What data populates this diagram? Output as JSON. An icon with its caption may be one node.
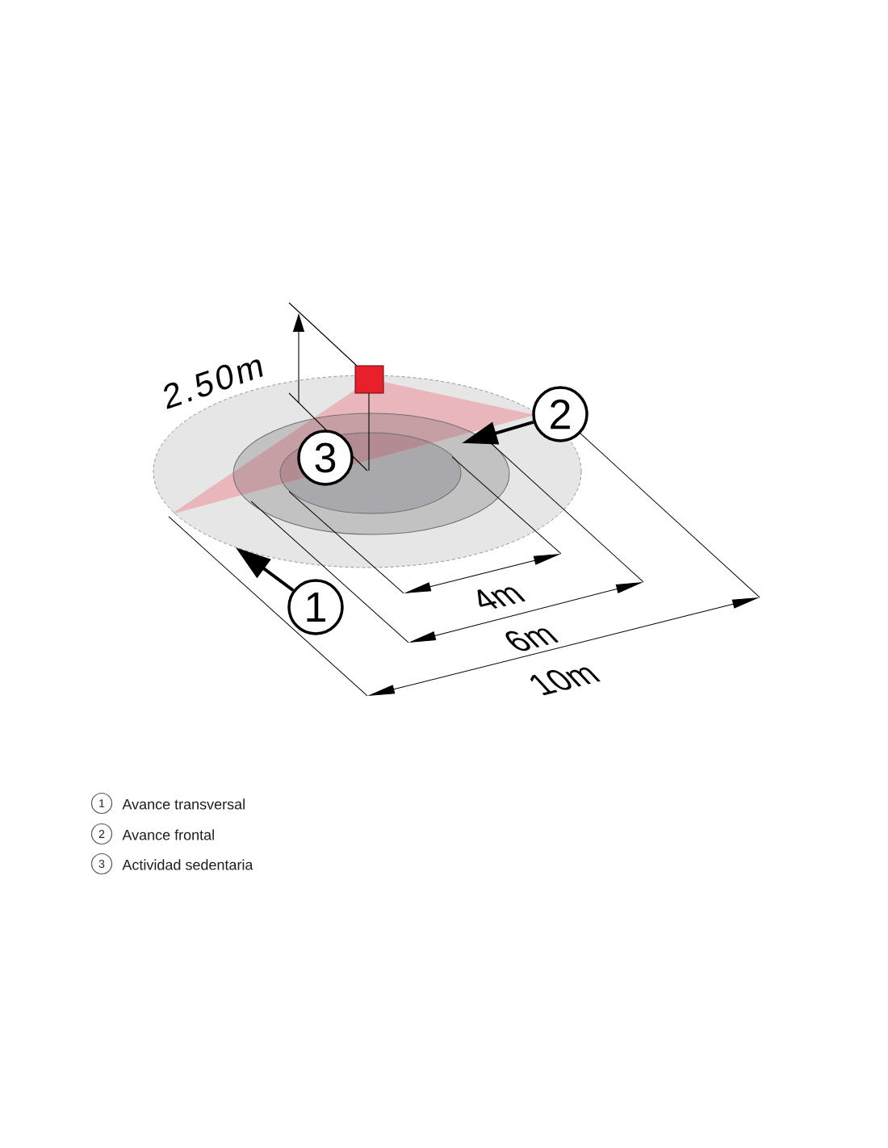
{
  "diagram": {
    "nodes": [
      {
        "text": [],
        "shape": "ellipse"
      },
      {
        "text": [
          "1"
        ]
      },
      {
        "text": [
          "2"
        ]
      },
      {
        "text": [
          "3"
        ],
        "in": 0
      },
      {
        "text": [
          "1"
        ],
        "beside": [
          "Avance transversal"
        ]
      },
      {
        "text": [
          "2"
        ],
        "beside": [
          "Avance frontal"
        ]
      },
      {
        "text": [
          "3"
        ],
        "beside": [
          "Actividad sedentaria"
        ]
      }
    ],
    "edges": [
      {
        "from": 1,
        "to": 0,
        "arrow": "to"
      },
      {
        "from": 2,
        "to": 0,
        "arrow": "to"
      }
    ],
    "labels": [
      "2.50m",
      "4m",
      "6m",
      "10m"
    ]
  }
}
